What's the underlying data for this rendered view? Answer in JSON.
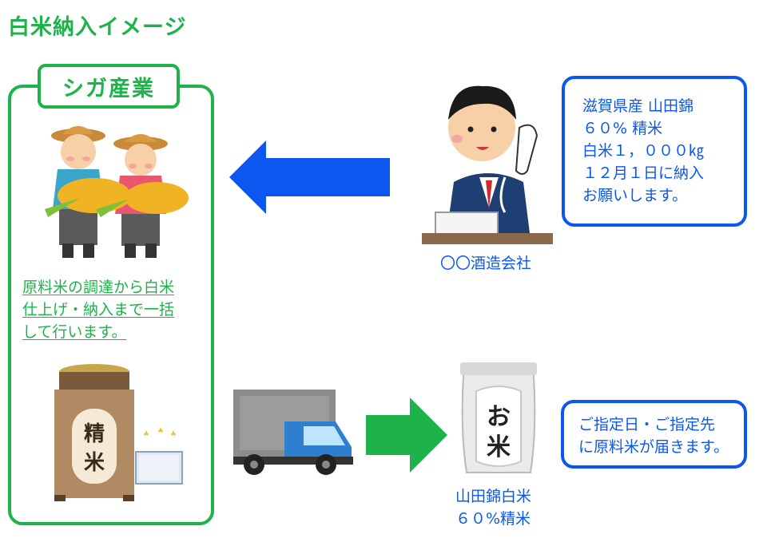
{
  "title": "白米納入イメージ",
  "left_panel": {
    "label": "シガ産業",
    "description": [
      "原料米の調達から白米",
      "仕上げ・納入まで一括",
      "して行います。"
    ]
  },
  "order_bubble": {
    "lines": [
      "滋賀県産 山田錦",
      "６０% 精米",
      "白米１，０００㎏",
      "１２月１日に納入",
      "お願いします。"
    ]
  },
  "customer_caption": "〇〇酒造会社",
  "rice_bag": {
    "label_top": "お",
    "label_bottom": "米"
  },
  "rice_caption": [
    "山田錦白米",
    "６０%精米"
  ],
  "delivery_bubble": {
    "lines": [
      "ご指定日・ご指定先",
      "に原料米が届きます。"
    ]
  },
  "machine": {
    "label_top": "精",
    "label_bottom": "米"
  },
  "colors": {
    "green": "#1db34a",
    "blue": "#0b57f0"
  },
  "icons": {
    "farmers": "farmers-with-rice-icon",
    "customer": "businessman-on-phone-icon",
    "truck": "delivery-truck-icon",
    "rice_bag": "rice-bag-icon",
    "machine": "rice-polishing-machine-icon",
    "arrow_order": "left-arrow-icon",
    "arrow_delivery": "right-arrow-icon"
  }
}
